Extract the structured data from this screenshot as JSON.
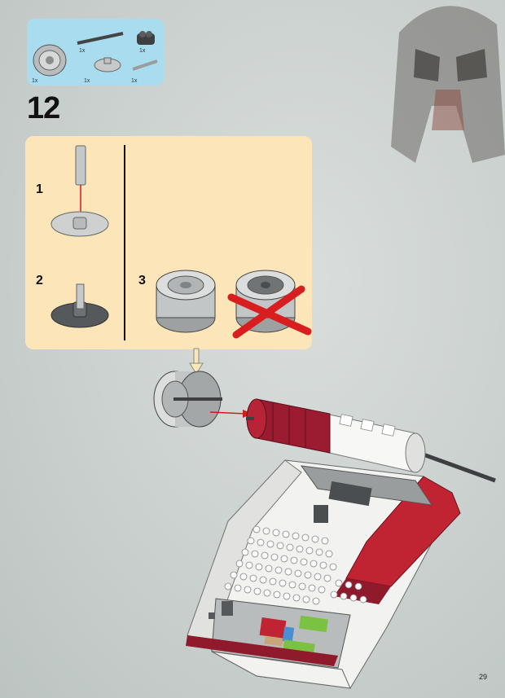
{
  "step": {
    "number": "12"
  },
  "parts_list": {
    "items": [
      {
        "name": "wheel-rim",
        "qty": "1x"
      },
      {
        "name": "technic-axle",
        "qty": "1x"
      },
      {
        "name": "round-plate-4x4",
        "qty": "1x"
      },
      {
        "name": "round-brick-2x2",
        "qty": "1x"
      },
      {
        "name": "short-axle",
        "qty": "1x"
      }
    ]
  },
  "substeps": [
    {
      "label": "1"
    },
    {
      "label": "2"
    },
    {
      "label": "3"
    }
  ],
  "colors": {
    "parts_box": "#a9dcef",
    "substep_box": "#fce6b9",
    "arrow_red": "#d01c1c",
    "dark_red": "#8e1a2c",
    "cross_red": "#d81e1e"
  },
  "page": {
    "number": "29"
  }
}
